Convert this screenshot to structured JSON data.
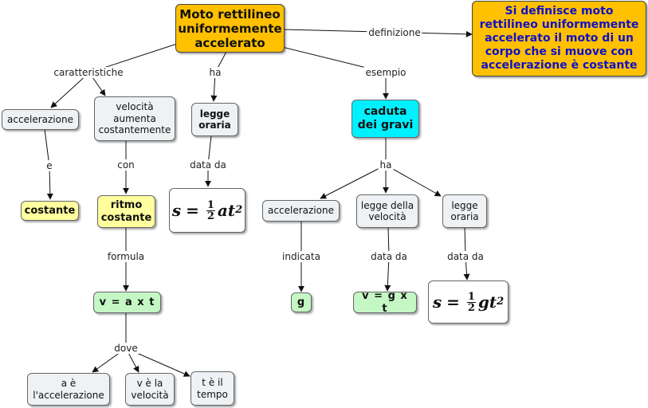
{
  "nodes": {
    "moto": "Moto rettilineo uniformemente accelerato",
    "definizione_text": "Si definisce moto rettilineo uniformemente accelerato il moto di un corpo che si muove con accelerazione è costante",
    "accelerazione1": "accelerazione",
    "velocita_aumenta": "velocità aumenta costantemente",
    "legge_oraria1": "legge oraria",
    "caduta": "caduta dei gravi",
    "costante": "costante",
    "ritmo": "ritmo costante",
    "accelerazione2": "accelerazione",
    "legge_velocita": "legge della velocità",
    "legge_oraria2": "legge oraria",
    "v_at": "v = a x t",
    "g": "g",
    "v_gt": "v = g x t",
    "a_acc": "a è l'accelerazione",
    "v_vel": "v è la velocità",
    "t_tempo": "t è il tempo"
  },
  "formulas": {
    "f1": {
      "lhs": "s",
      "eq": "=",
      "num": "1",
      "den": "2",
      "var": "at",
      "exp": "2"
    },
    "f2": {
      "lhs": "s",
      "eq": "=",
      "num": "1",
      "den": "2",
      "var": "gt",
      "exp": "2"
    }
  },
  "labels": {
    "definizione": "definizione",
    "caratteristiche": "caratteristiche",
    "ha1": "ha",
    "esempio": "esempio",
    "e": "e",
    "con": "con",
    "data_da1": "data da",
    "ha2": "ha",
    "formula": "formula",
    "indicata": "indicata",
    "data_da2": "data da",
    "data_da3": "data da",
    "dove": "dove"
  },
  "colors": {
    "root": "#ffc000",
    "definition_text": "#1010c8",
    "example": "#00f0ff",
    "highlight": "#ffff9e",
    "equation": "#c4f7c4",
    "concept": "#eef2f5"
  }
}
